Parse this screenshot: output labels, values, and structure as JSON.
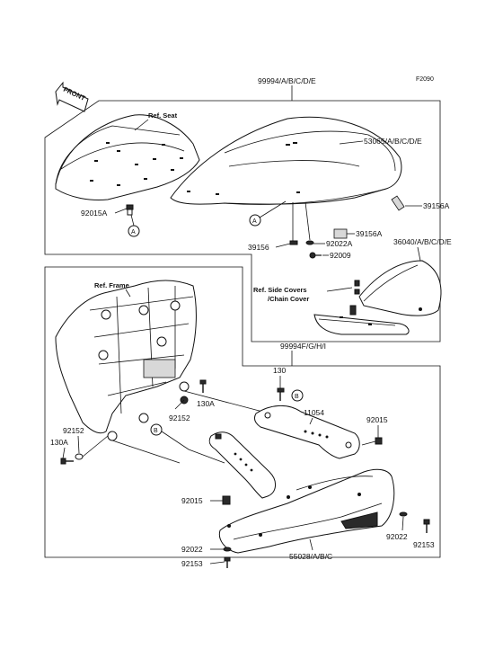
{
  "figure_code": "F2090",
  "front_arrow": "FRONT",
  "refs": {
    "seat": "Ref. Seat",
    "frame": "Ref. Frame",
    "side_covers_1": "Ref. Side Covers",
    "side_covers_2": "/Chain Cover"
  },
  "circles": {
    "a": "A",
    "b": "B"
  },
  "group_upper": "99994/A/B/C/D/E",
  "group_lower": "99994F/G/H/I",
  "parts": {
    "p53065": "53065/A/B/C/D/E",
    "p39156A_1": "39156A",
    "p39156A_2": "39156A",
    "p39156": "39156",
    "p92022A": "92022A",
    "p92009": "92009",
    "p36040": "36040/A/B/C/D/E",
    "p92015A": "92015A",
    "p130": "130",
    "p130A_1": "130A",
    "p130A_2": "130A",
    "p92152_1": "92152",
    "p92152_2": "92152",
    "p11054": "11054",
    "p92015_1": "92015",
    "p92015_2": "92015",
    "p92022_1": "92022",
    "p92022_2": "92022",
    "p92153_1": "92153",
    "p92153_2": "92153",
    "p55028": "55028/A/B/C"
  }
}
